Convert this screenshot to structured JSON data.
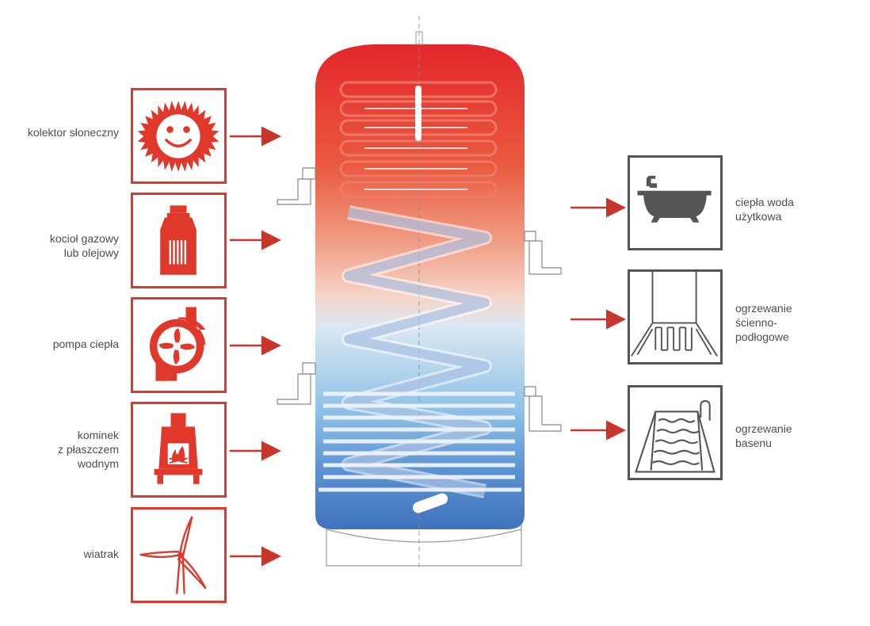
{
  "sources": [
    {
      "id": "solar",
      "lines": [
        "kolektor słoneczny"
      ],
      "icon": "sun-icon"
    },
    {
      "id": "boiler",
      "lines": [
        "kocioł gazowy",
        "lub olejowy"
      ],
      "icon": "boiler-icon"
    },
    {
      "id": "heatpump",
      "lines": [
        "pompa ciepła"
      ],
      "icon": "heat-pump-icon"
    },
    {
      "id": "fireplace",
      "lines": [
        "kominek",
        "z płaszczem",
        "wodnym"
      ],
      "icon": "fireplace-icon"
    },
    {
      "id": "wind",
      "lines": [
        "wiatrak"
      ],
      "icon": "wind-turbine-icon"
    }
  ],
  "outputs": [
    {
      "id": "hotwater",
      "lines": [
        "ciepła woda",
        "użytkowa"
      ],
      "icon": "bathtub-icon"
    },
    {
      "id": "floor",
      "lines": [
        "ogrzewanie",
        "ścienno-",
        "podłogowe"
      ],
      "icon": "floor-heating-icon"
    },
    {
      "id": "pool",
      "lines": [
        "ogrzewanie",
        "basenu"
      ],
      "icon": "pool-icon"
    }
  ],
  "colors": {
    "source_accent": "#e0392b",
    "output_stroke": "#555555",
    "tank_top": "#e3262b",
    "tank_bottom": "#3f73bd"
  }
}
